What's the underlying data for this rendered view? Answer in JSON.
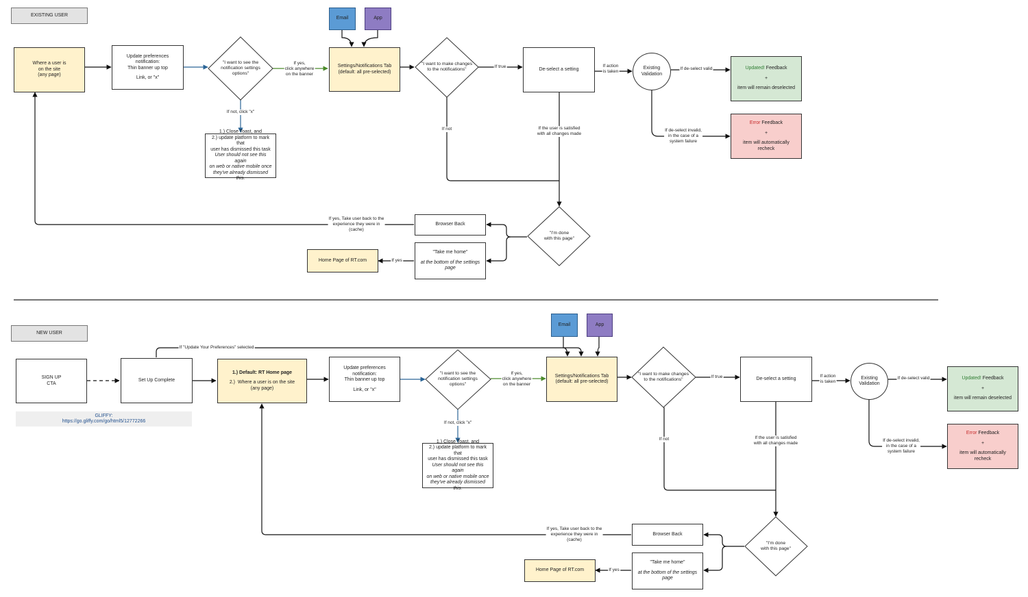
{
  "existing": {
    "header": "EXISTING USER",
    "channels": {
      "email": "Email",
      "app": "App"
    },
    "start": [
      "Where a user is",
      "on the site",
      "(any page)"
    ],
    "notification": [
      "Update preferences notification:",
      "Thin banner up top",
      "",
      "Link, or \"x\""
    ],
    "decision_see": [
      "\"I want to see the",
      "notification settings",
      "options\""
    ],
    "label_yes_click": [
      "If yes,",
      "click anywhere",
      "on the banner"
    ],
    "label_not_click": "If not, click \"x\"",
    "toast": [
      "1.) Close Toast, and",
      "2.) update platform to mark that",
      "user has dismissed this task"
    ],
    "toast_note": [
      "User should not see this again",
      "on web or native mobile once",
      "they've already dismissed this."
    ],
    "settings_tab": [
      "Settings/Notifications Tab",
      "(default: all pre-selected)"
    ],
    "decision_change": [
      "\"I want to make changes",
      "to the notifications\""
    ],
    "label_if_true": "If true",
    "label_if_not": "If not",
    "deselect": "De-select a setting",
    "label_action": [
      "If action",
      "is taken"
    ],
    "validation": [
      "Existing",
      "Validation"
    ],
    "label_valid": "If de-select valid",
    "updated_word": "Updated!",
    "updated_rest": " Feedback",
    "plus": "+",
    "updated_note": "item will remain deselected",
    "label_invalid": [
      "If de-select invalid,",
      "in the case of a",
      "system failure"
    ],
    "error_word": "Error",
    "error_rest": " Feedback",
    "error_note": "item will automatically recheck",
    "label_satisfied": [
      "If the user is satisfied",
      "with all changes made"
    ],
    "decision_done": [
      "\"I'm done",
      "with this page\""
    ],
    "browser_back": "Browser Back",
    "label_take_back": [
      "If yes, Take user back to the",
      "experience they were in",
      "(cache)"
    ],
    "take_home": "\"Take me home\"",
    "take_home_note": [
      "at the bottom of the settings",
      "page"
    ],
    "label_if_yes": "If yes",
    "home_page": "Home Page of RT.com"
  },
  "new": {
    "header": "NEW USER",
    "channels": {
      "email": "Email",
      "app": "App"
    },
    "signup": [
      "SIGN UP",
      "CTA"
    ],
    "setup_complete": "Set Up Complete",
    "label_update_prefs": "If \"Update Your Preferences\" selected",
    "default_title": "1.) Default: RT Home page",
    "default_body": [
      "2.)  Where a user is on the site",
      "(any page)"
    ],
    "gliffy_label": "GLIFFY:",
    "gliffy_url": "https://go.gliffy.com/go/html5/12772266",
    "notification": [
      "Update preferences notification:",
      "Thin banner up top",
      "",
      "Link, or \"x\""
    ],
    "decision_see": [
      "\"I want to see the",
      "notification settings",
      "options\""
    ],
    "label_yes_click": [
      "If yes,",
      "click anywhere",
      "on the banner"
    ],
    "label_not_click": "If not, click \"x\"",
    "toast": [
      "1.) Close Toast, and",
      "2.) update platform to mark that",
      "user has dismissed this task"
    ],
    "toast_note": [
      "User should not see this again",
      "on web or native mobile once",
      "they've already dismissed this."
    ],
    "settings_tab": [
      "Settings/Notifications Tab",
      "(default: all pre-selected)"
    ],
    "decision_change": [
      "\"I want to make changes",
      "to the notifications\""
    ],
    "label_if_true": "If true",
    "label_if_not": "If not",
    "deselect": "De-select a setting",
    "label_action": [
      "If action",
      "is taken"
    ],
    "validation": [
      "Existing",
      "Validation"
    ],
    "label_valid": "If de-select valid",
    "updated_word": "Updated!",
    "updated_rest": " Feedback",
    "plus": "+",
    "updated_note": "item will remain deselected",
    "label_invalid": [
      "If de-select invalid,",
      "in the case of a",
      "system failure"
    ],
    "error_word": "Error",
    "error_rest": " Feedback",
    "error_note": "item will automatically recheck",
    "label_satisfied": [
      "If the user is satisfied",
      "with all changes made"
    ],
    "decision_done": [
      "\"I'm done",
      "with this page\""
    ],
    "browser_back": "Browser Back",
    "label_take_back": [
      "If yes, Take user back to the",
      "experience they were in",
      "(cache)"
    ],
    "take_home": "\"Take me home\"",
    "take_home_note": [
      "at the bottom of the settings",
      "page"
    ],
    "label_if_yes": "If yes",
    "home_page": "Home Page of RT.com"
  },
  "colors": {
    "yellow": "#fff2cc",
    "green": "#d5e8d4",
    "red": "#f8cecc",
    "email_blue": "#5b9bd5",
    "app_purple": "#8e7cc3",
    "arrow_blue": "#2a6496",
    "arrow_green": "#4a8a2a"
  }
}
